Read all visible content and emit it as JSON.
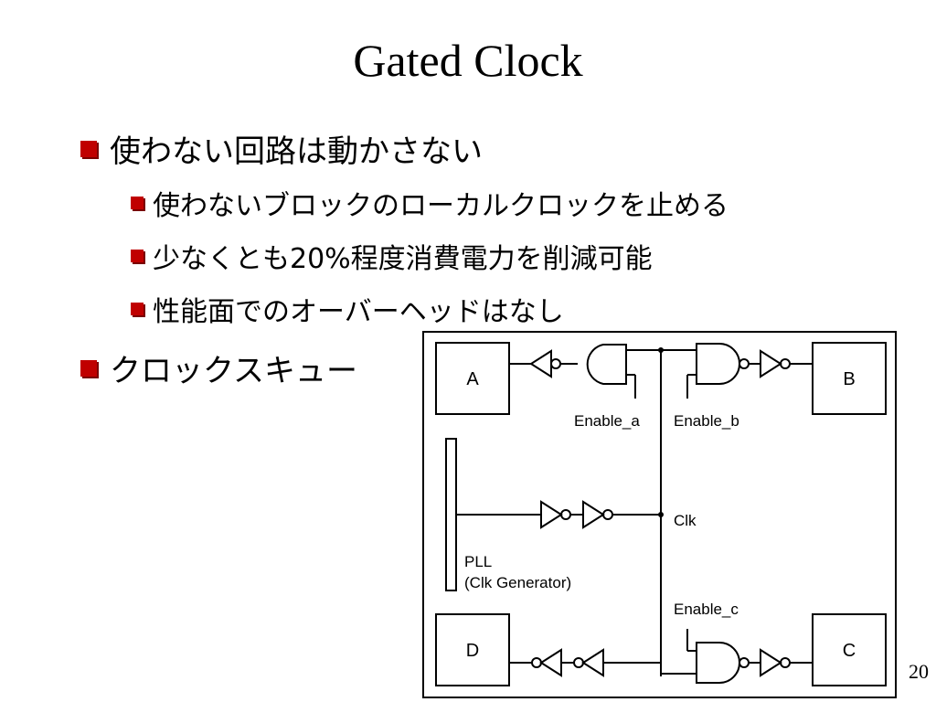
{
  "slide": {
    "title": "Gated Clock",
    "page_number": "20",
    "bullets": [
      {
        "text": "使わない回路は動かさない",
        "children": [
          "使わないブロックのローカルクロックを止める",
          "少なくとも20%程度消費電力を削減可能",
          "性能面でのオーバーヘッドはなし"
        ]
      },
      {
        "text": "クロックスキュー",
        "children": []
      }
    ]
  },
  "diagram": {
    "blocks": [
      "A",
      "B",
      "C",
      "D"
    ],
    "enable_labels": [
      "Enable_a",
      "Enable_b",
      "Enable_c"
    ],
    "clk_label": "Clk",
    "pll_label_line1": "PLL",
    "pll_label_line2": "(Clk Generator)"
  },
  "colors": {
    "bullet": "#c00000",
    "line": "#000000"
  }
}
